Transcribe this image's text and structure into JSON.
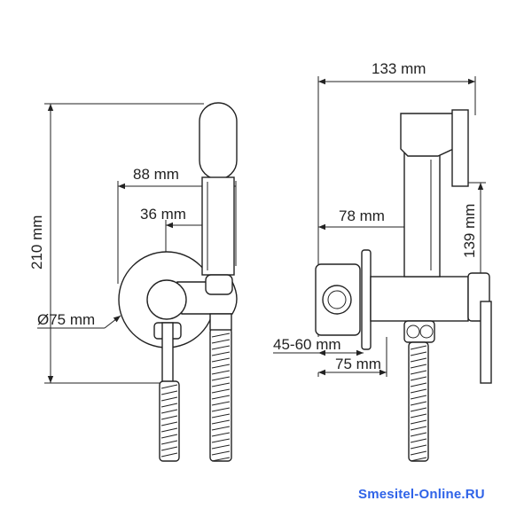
{
  "front_view": {
    "dim_height": "210 mm",
    "dim_width": "88 mm",
    "dim_offset": "36 mm",
    "dim_diameter": "Ø75 mm"
  },
  "side_view": {
    "dim_total_depth": "133 mm",
    "dim_outlet": "78 mm",
    "dim_holder_height": "139 mm",
    "dim_wall_range": "45-60 mm",
    "dim_body": "75 mm"
  },
  "watermark": "Smesitel-Online.RU",
  "colors": {
    "line": "#222222",
    "watermark": "#2f63e8",
    "background": "#ffffff"
  }
}
